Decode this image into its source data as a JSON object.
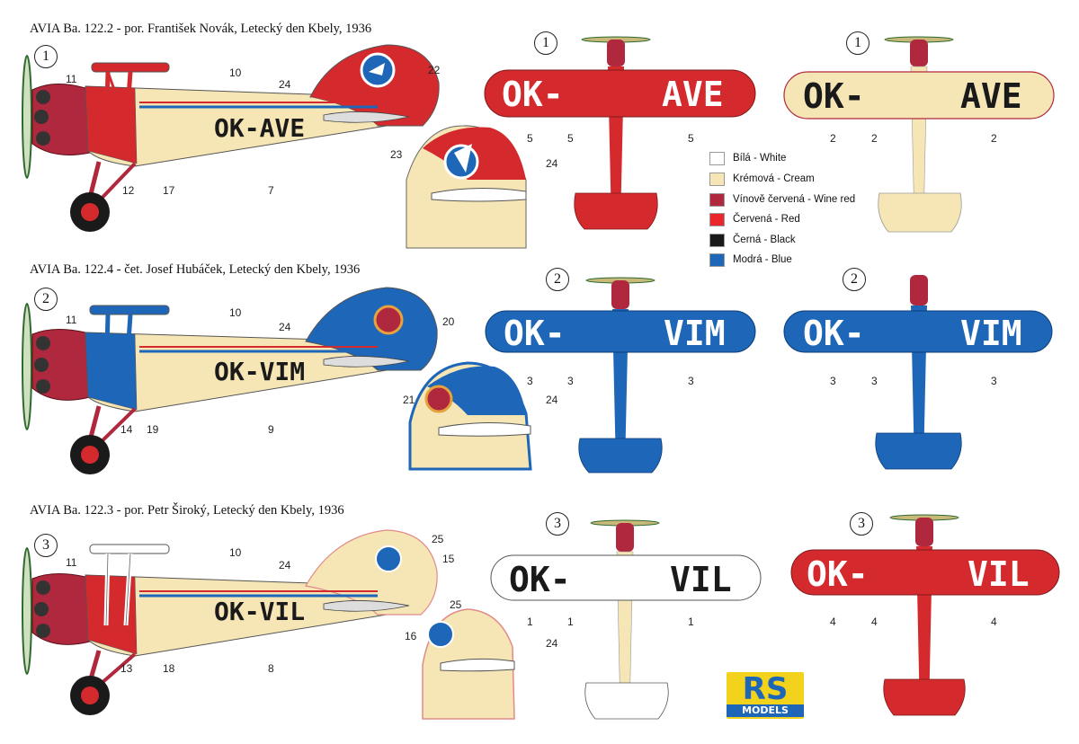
{
  "colors": {
    "white": "#ffffff",
    "cream": "#f6e6b6",
    "wine_red": "#b0283d",
    "red": "#d42a2e",
    "black": "#1a1a1a",
    "blue": "#1e66b8"
  },
  "aircraft": [
    {
      "index": "1",
      "title": "AVIA  Ba. 122.2 - por. František Novák, Letecký den Kbely, 1936",
      "registration": "OK-AVE",
      "reg_prefix": "OK-",
      "reg_suffix": "AVE",
      "profile_callouts": [
        "11",
        "10",
        "24",
        "22",
        "12",
        "17",
        "7"
      ],
      "tail_callouts": [
        "23",
        "24"
      ],
      "top_view_callouts": [
        "5",
        "5",
        "5"
      ],
      "bottom_view_callouts": [
        "2",
        "2",
        "2"
      ]
    },
    {
      "index": "2",
      "title": "AVIA  Ba. 122.4 - čet. Josef Hubáček, Letecký den Kbely, 1936",
      "registration": "OK-VIM",
      "reg_prefix": "OK-",
      "reg_suffix": "VIM",
      "profile_callouts": [
        "11",
        "10",
        "24",
        "20",
        "14",
        "19",
        "9"
      ],
      "tail_callouts": [
        "21",
        "24"
      ],
      "top_view_callouts": [
        "3",
        "3",
        "3"
      ],
      "bottom_view_callouts": [
        "3",
        "3",
        "3"
      ]
    },
    {
      "index": "3",
      "title": "AVIA  Ba. 122.3 - por. Petr Široký, Letecký den Kbely, 1936",
      "registration": "OK-VIL",
      "reg_prefix": "OK-",
      "reg_suffix": "VIL",
      "profile_callouts": [
        "11",
        "10",
        "24",
        "25",
        "15",
        "13",
        "18",
        "8"
      ],
      "tail_callouts": [
        "25",
        "16",
        "24"
      ],
      "top_view_callouts": [
        "1",
        "1",
        "1"
      ],
      "bottom_view_callouts": [
        "4",
        "4",
        "4"
      ]
    }
  ],
  "legend": [
    {
      "label": "Bílá - White",
      "color": "#ffffff"
    },
    {
      "label": "Krémová - Cream",
      "color": "#f6e6b6"
    },
    {
      "label": "Vínově červená - Wine red",
      "color": "#b0283d"
    },
    {
      "label": "Červená - Red",
      "color": "#e8262b"
    },
    {
      "label": "Černá - Black",
      "color": "#1a1a1a"
    },
    {
      "label": "Modrá - Blue",
      "color": "#1e66b8"
    }
  ],
  "logo": {
    "letters": "RS",
    "subtitle": "MODELS"
  }
}
